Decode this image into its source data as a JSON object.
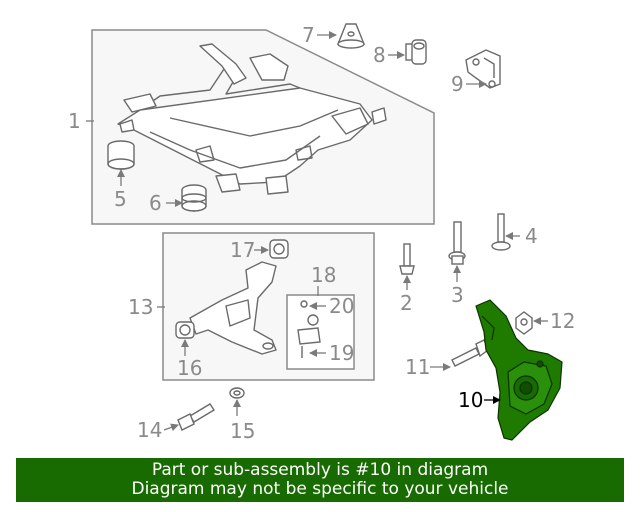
{
  "labels": {
    "l1": "1",
    "l2": "2",
    "l3": "3",
    "l4": "4",
    "l5": "5",
    "l6": "6",
    "l7": "7",
    "l8": "8",
    "l9": "9",
    "l10": "10",
    "l11": "11",
    "l12": "12",
    "l13": "13",
    "l14": "14",
    "l15": "15",
    "l16": "16",
    "l17": "17",
    "l18": "18",
    "l19": "19",
    "l20": "20"
  },
  "banner": {
    "line1": "Part or sub-assembly is #10 in diagram",
    "line2": "Diagram may not be specific to your vehicle"
  },
  "colors": {
    "highlight": "#1f7a00",
    "banner_bg": "#176b00",
    "line": "#7a7a7a",
    "label": "#8a8a8a",
    "panel": "#f7f7f7"
  },
  "icons": {
    "arrow": "arrow-icon"
  }
}
